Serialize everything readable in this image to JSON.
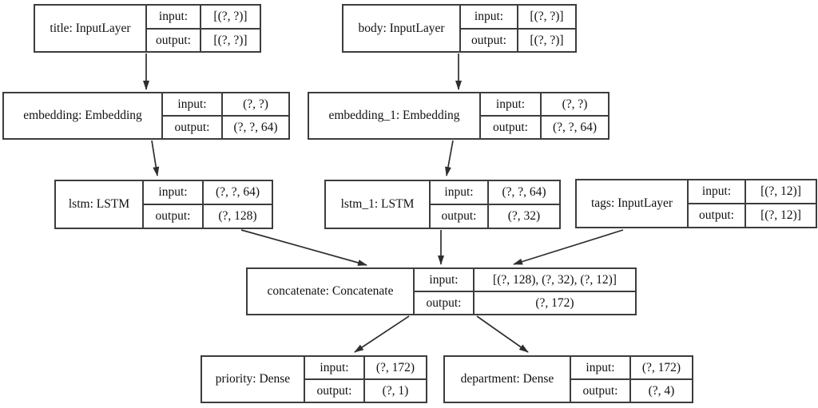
{
  "diagram": {
    "title": "Keras multi-input multi-output model graph",
    "background_color": "#ffffff",
    "line_color": "#3d3d3d",
    "text_color": "#111111"
  },
  "nodes": [
    {
      "id": "title",
      "name": "title: InputLayer",
      "input_label": "input:",
      "output_label": "output:",
      "input_value": "[(?, ?)]",
      "output_value": "[(?, ?)]"
    },
    {
      "id": "body",
      "name": "body: InputLayer",
      "input_label": "input:",
      "output_label": "output:",
      "input_value": "[(?, ?)]",
      "output_value": "[(?, ?)]"
    },
    {
      "id": "embedding",
      "name": "embedding: Embedding",
      "input_label": "input:",
      "output_label": "output:",
      "input_value": "(?, ?)",
      "output_value": "(?, ?, 64)"
    },
    {
      "id": "embedding_1",
      "name": "embedding_1: Embedding",
      "input_label": "input:",
      "output_label": "output:",
      "input_value": "(?, ?)",
      "output_value": "(?, ?, 64)"
    },
    {
      "id": "lstm",
      "name": "lstm: LSTM",
      "input_label": "input:",
      "output_label": "output:",
      "input_value": "(?, ?, 64)",
      "output_value": "(?, 128)"
    },
    {
      "id": "lstm_1",
      "name": "lstm_1: LSTM",
      "input_label": "input:",
      "output_label": "output:",
      "input_value": "(?, ?, 64)",
      "output_value": "(?, 32)"
    },
    {
      "id": "tags",
      "name": "tags: InputLayer",
      "input_label": "input:",
      "output_label": "output:",
      "input_value": "[(?, 12)]",
      "output_value": "[(?, 12)]"
    },
    {
      "id": "concatenate",
      "name": "concatenate: Concatenate",
      "input_label": "input:",
      "output_label": "output:",
      "input_value": "[(?, 128), (?, 32), (?, 12)]",
      "output_value": "(?, 172)"
    },
    {
      "id": "priority",
      "name": "priority: Dense",
      "input_label": "input:",
      "output_label": "output:",
      "input_value": "(?, 172)",
      "output_value": "(?, 1)"
    },
    {
      "id": "department",
      "name": "department: Dense",
      "input_label": "input:",
      "output_label": "output:",
      "input_value": "(?, 172)",
      "output_value": "(?, 4)"
    }
  ],
  "edges": [
    {
      "from": "title",
      "to": "embedding"
    },
    {
      "from": "body",
      "to": "embedding_1"
    },
    {
      "from": "embedding",
      "to": "lstm"
    },
    {
      "from": "embedding_1",
      "to": "lstm_1"
    },
    {
      "from": "lstm",
      "to": "concatenate"
    },
    {
      "from": "lstm_1",
      "to": "concatenate"
    },
    {
      "from": "tags",
      "to": "concatenate"
    },
    {
      "from": "concatenate",
      "to": "priority"
    },
    {
      "from": "concatenate",
      "to": "department"
    }
  ]
}
